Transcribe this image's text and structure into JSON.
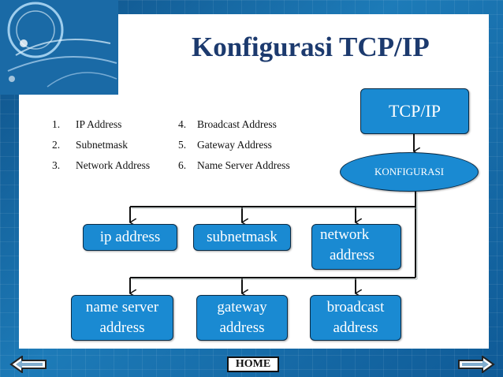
{
  "title": "Konfigurasi TCP/IP",
  "list": [
    {
      "num": "1.",
      "text": "IP Address"
    },
    {
      "num": "2.",
      "text": "Subnetmask"
    },
    {
      "num": "3.",
      "text": "Network Address"
    },
    {
      "num": "4.",
      "text": "Broadcast Address"
    },
    {
      "num": "5.",
      "text": "Gateway Address"
    },
    {
      "num": "6.",
      "text": "Name Server Address"
    }
  ],
  "diagram": {
    "root": "TCP/IP",
    "config": "KONFIGURASI",
    "row1": [
      {
        "lines": [
          "ip address"
        ]
      },
      {
        "lines": [
          "subnetmask"
        ]
      },
      {
        "lines": [
          "network",
          "address"
        ]
      }
    ],
    "row2": [
      {
        "lines": [
          "name server",
          "address"
        ]
      },
      {
        "lines": [
          "gateway",
          "address"
        ]
      },
      {
        "lines": [
          "broadcast",
          "address"
        ]
      }
    ]
  },
  "nav": {
    "home_label": "HOME"
  },
  "colors": {
    "box_fill": "#1a8ad2",
    "title": "#1c3a6e",
    "background": "#1b6fa8"
  }
}
